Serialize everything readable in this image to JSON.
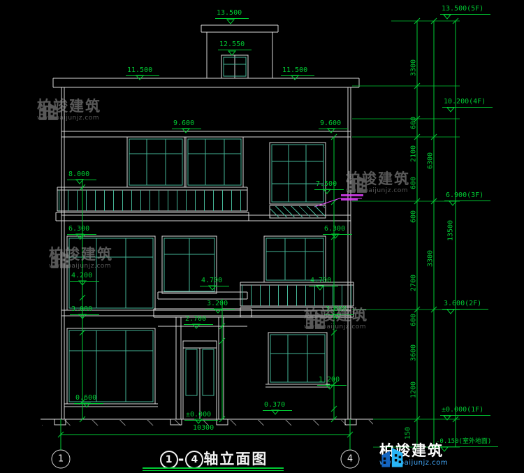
{
  "colors": {
    "background": "#000000",
    "line": "#d8d8d8",
    "window_frame": "#45b596",
    "dimension": "#00cc33",
    "annotation": "#e040fb",
    "logo_blue": "#2196f3"
  },
  "title": {
    "from": "1",
    "sep": "-",
    "to": "4",
    "suffix": "轴立面图"
  },
  "axis": {
    "left": "1",
    "right": "4"
  },
  "watermark": {
    "name": "柏竣建筑",
    "url": "www.baijunjz.com"
  },
  "dims": {
    "d13500": "13.500",
    "d12550": "12.550",
    "d11500L": "11.500",
    "d11500R": "11.500",
    "d9600L": "9.600",
    "d9600R": "9.600",
    "d8000": "8.000",
    "d7500": "7.500",
    "d6300L": "6.300",
    "d6300R": "6.300",
    "d4700L": "4.700",
    "d4700R": "4.700",
    "d4200": "4.200",
    "d3200": "3.200",
    "d3000L": "3.000",
    "d3000R": "3.000",
    "d2700": "2.700",
    "d1200": "1.200",
    "d0600": "0.600",
    "d0370": "0.370",
    "dzero": "±0.000",
    "d10300": "10300"
  },
  "right_dims": {
    "lv5": "13.500(5F)",
    "lv4": "10.200(4F)",
    "lv3": "6.900(3F)",
    "lv2": "3.600(2F)",
    "lv1": "±0.000(1F)",
    "lv0": "-0.150(室外地面)",
    "seg3300a": "3300",
    "seg600a": "600",
    "seg2100": "2100",
    "seg6300": "6300",
    "seg600b": "600",
    "seg600c": "600",
    "seg13500": "13500",
    "seg3300b": "3300",
    "seg2700": "2700",
    "seg600d": "600",
    "seg3600": "3600",
    "seg1200": "1200",
    "seg150": "150"
  }
}
